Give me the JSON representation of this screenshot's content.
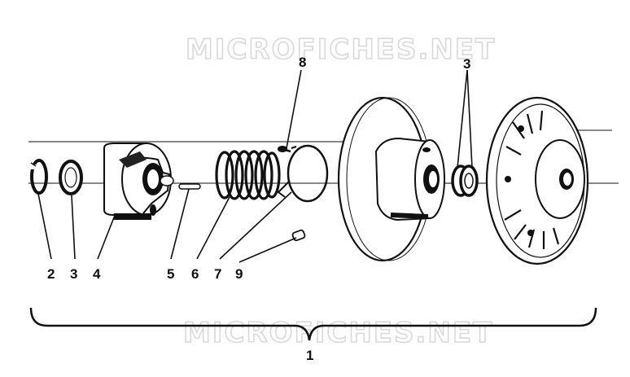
{
  "watermark": {
    "top": "MICROFICHES.NET",
    "bottom": "MICROFICHES.NET"
  },
  "callouts": {
    "c2": "2",
    "c3_left": "3",
    "c4": "4",
    "c5": "5",
    "c6": "6",
    "c7": "7",
    "c9": "9",
    "c8": "8",
    "c3_right": "3",
    "c1": "1"
  }
}
